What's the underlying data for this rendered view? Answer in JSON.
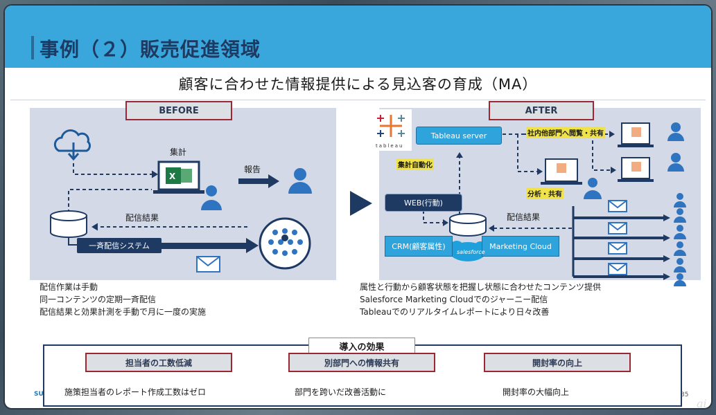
{
  "header": {
    "title": "事例（２）販売促進領域",
    "subtitle": "顧客に合わせた情報提供による見込客の育成（MA）"
  },
  "before": {
    "label": "BEFORE",
    "aggregate_label": "集計",
    "report_label": "報告",
    "result_label": "配信結果",
    "system_label": "一斉配信システム",
    "notes": [
      "配信作業は手動",
      "同一コンテンツの定期一斉配信",
      "配信結果と効果計測を手動で月に一度の実施"
    ]
  },
  "after": {
    "label": "AFTER",
    "tableau_server": "Tableau server",
    "auto_aggregate": "集計自動化",
    "web_behavior": "WEB(行動)",
    "crm": "CRM(顧客属性)",
    "marketing_cloud": "Marketing Cloud",
    "salesforce": "salesforce",
    "share_other_dept": "社内他部門へ閲覧・共有",
    "analysis_share": "分析・共有",
    "result_label": "配信結果",
    "tableau_logo_text": "tableau",
    "notes": [
      "属性と行動から顧客状態を把握し状態に合わせたコンテンツ提供",
      "Salesforce Marketing Cloudでのジャーニー配信",
      "Tableauでのリアルタイムレポートにより日々改善"
    ]
  },
  "effects": {
    "title": "導入の効果",
    "items": [
      {
        "label": "担当者の工数低減",
        "text": "施策担当者のレポート作成工数はゼロ"
      },
      {
        "label": "別部門への情報共有",
        "text": "部門を跨いだ改善活動に"
      },
      {
        "label": "開封率の向上",
        "text": "開封率の大幅向上"
      }
    ]
  },
  "footer": {
    "mark": "SU",
    "page": "35",
    "watermark": "ai"
  },
  "colors": {
    "header_blue": "#3aa7dc",
    "title_navy": "#1d3a62",
    "panel_bg": "#d3d9e6",
    "label_border": "#9c2732",
    "navy": "#1e3a63",
    "accent_blue": "#2fa4dc",
    "highlight_yellow": "#f0e34a"
  }
}
